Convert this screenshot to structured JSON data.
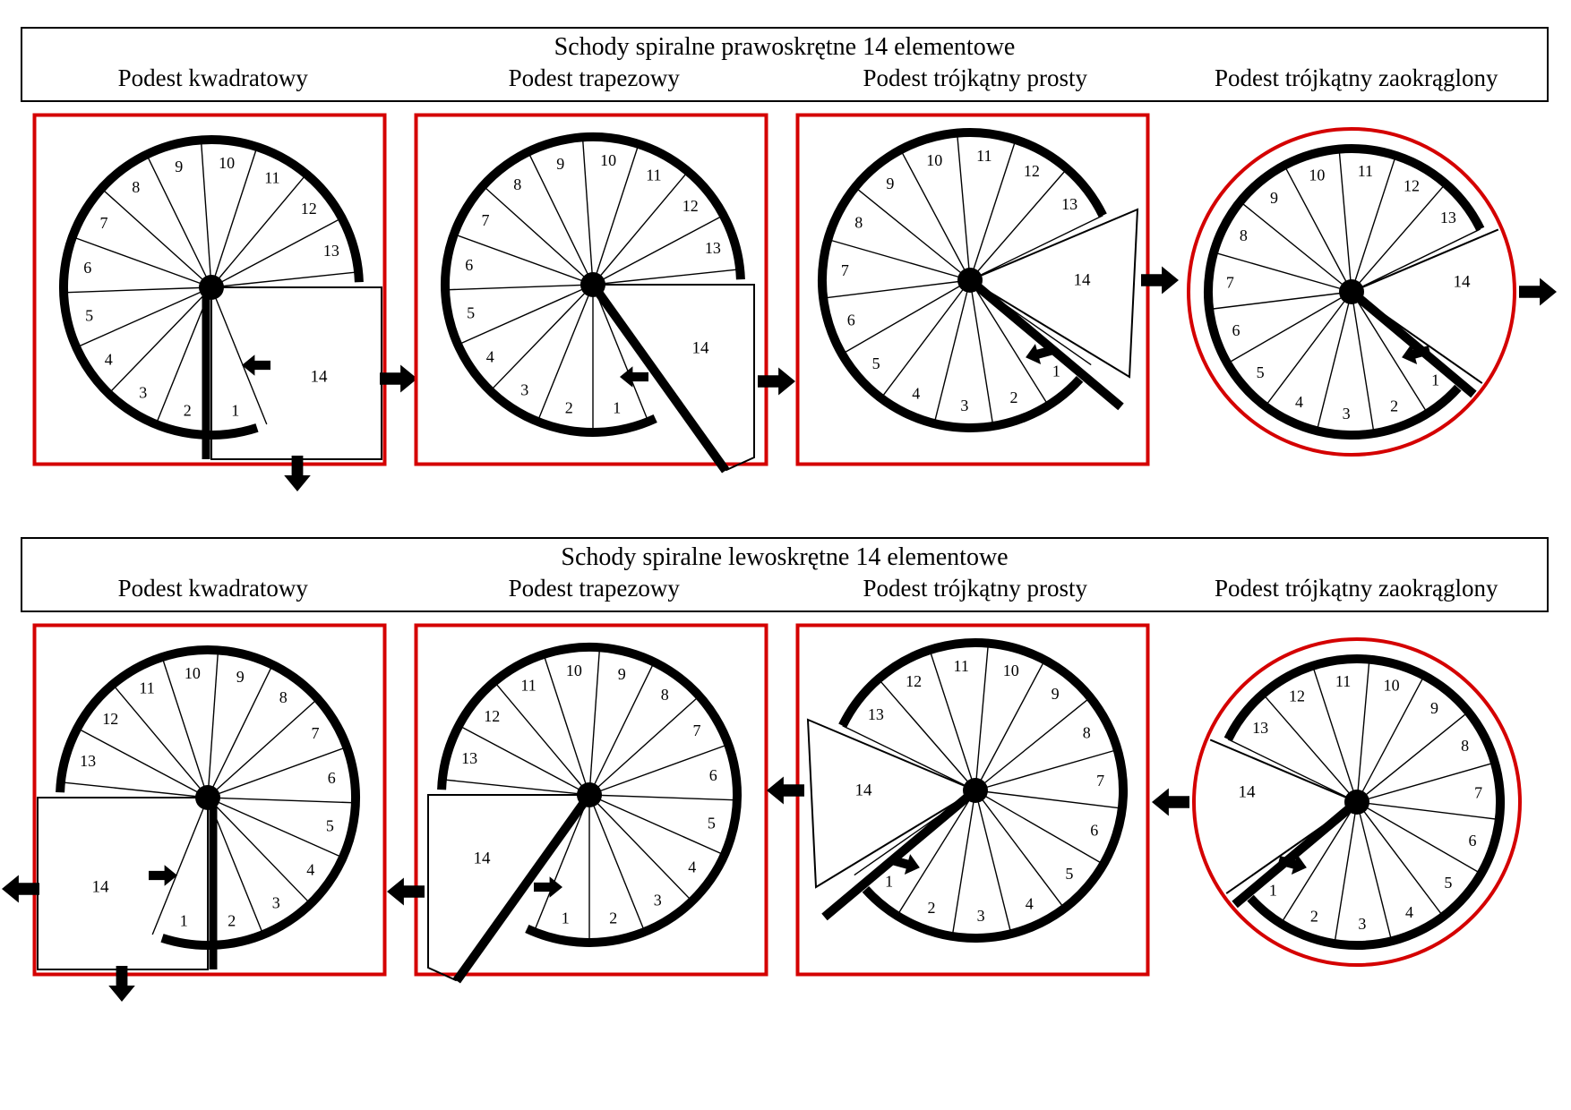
{
  "colors": {
    "red": "#d40000",
    "black": "#000000",
    "background": "#ffffff"
  },
  "steps": {
    "count": 13,
    "labels": [
      "1",
      "2",
      "3",
      "4",
      "5",
      "6",
      "7",
      "8",
      "9",
      "10",
      "11",
      "12",
      "13"
    ],
    "landing_label": "14"
  },
  "sections": [
    {
      "title": "Schody spiralne prawoskrętne 14 elementowe",
      "mirror": false,
      "columns": [
        {
          "label": "Podest kwadratowy",
          "variant": "square"
        },
        {
          "label": "Podest trapezowy",
          "variant": "trapezoid"
        },
        {
          "label": "Podest trójkątny prosty",
          "variant": "triangle"
        },
        {
          "label": "Podest trójkątny zaokrąglony",
          "variant": "rounded"
        }
      ]
    },
    {
      "title": "Schody spiralne lewoskrętne 14 elementowe",
      "mirror": true,
      "columns": [
        {
          "label": "Podest kwadratowy",
          "variant": "square"
        },
        {
          "label": "Podest trapezowy",
          "variant": "trapezoid"
        },
        {
          "label": "Podest trójkątny prosty",
          "variant": "triangle"
        },
        {
          "label": "Podest trójkątny zaokrąglony",
          "variant": "rounded"
        }
      ]
    }
  ]
}
